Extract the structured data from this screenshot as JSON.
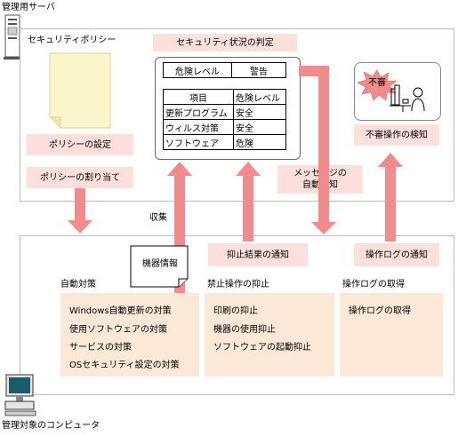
{
  "labels": {
    "admin_server": "管理用サーバ",
    "security_policy": "セキュリティポリシー",
    "collection": "収集",
    "managed_computer": "管理対象のコンピュータ"
  },
  "boxes": {
    "security_status": "セキュリティ状況の判定",
    "policy_setting": "ポリシーの設定",
    "policy_assign": "ポリシーの割り当て",
    "message_notify_line1": "メッセージの",
    "message_notify_line2": "自動通知",
    "suspicious_detect": "不審操作の検知",
    "suspicious_badge": "不審",
    "suppress_notify": "抑止結果の通知",
    "oplog_notify": "操作ログの通知",
    "device_info": "機器情報"
  },
  "risk_table": {
    "header": [
      "危険レベル",
      "警告"
    ],
    "columns": [
      "項目",
      "危険レベル"
    ],
    "rows": [
      [
        "更新プログラム",
        "安全"
      ],
      [
        "ウィルス対策",
        "安全"
      ],
      [
        "ソフトウェア",
        "危険"
      ]
    ]
  },
  "sections": {
    "auto": {
      "title": "自動対策",
      "items": [
        "Windows自動更新の対策",
        "使用ソフトウェアの対策",
        "サービスの対策",
        "OSセキュリティ設定の対策"
      ]
    },
    "suppress": {
      "title": "禁止操作の抑止",
      "items": [
        "印刷の抑止",
        "機器の使用抑止",
        "ソフトウェアの起動抑止"
      ]
    },
    "oplog": {
      "title": "操作ログの取得",
      "items": [
        "操作ログの取得"
      ]
    }
  },
  "colors": {
    "pink_box": "#fde0dc",
    "tan_box": "#fbe8d6",
    "arrow": "#f28b8b",
    "policy_doc": "#fbf6c9"
  },
  "icons": [
    "server-icon",
    "document-icon",
    "alert-starburst-icon",
    "person-at-desk-icon",
    "computer-icon"
  ]
}
